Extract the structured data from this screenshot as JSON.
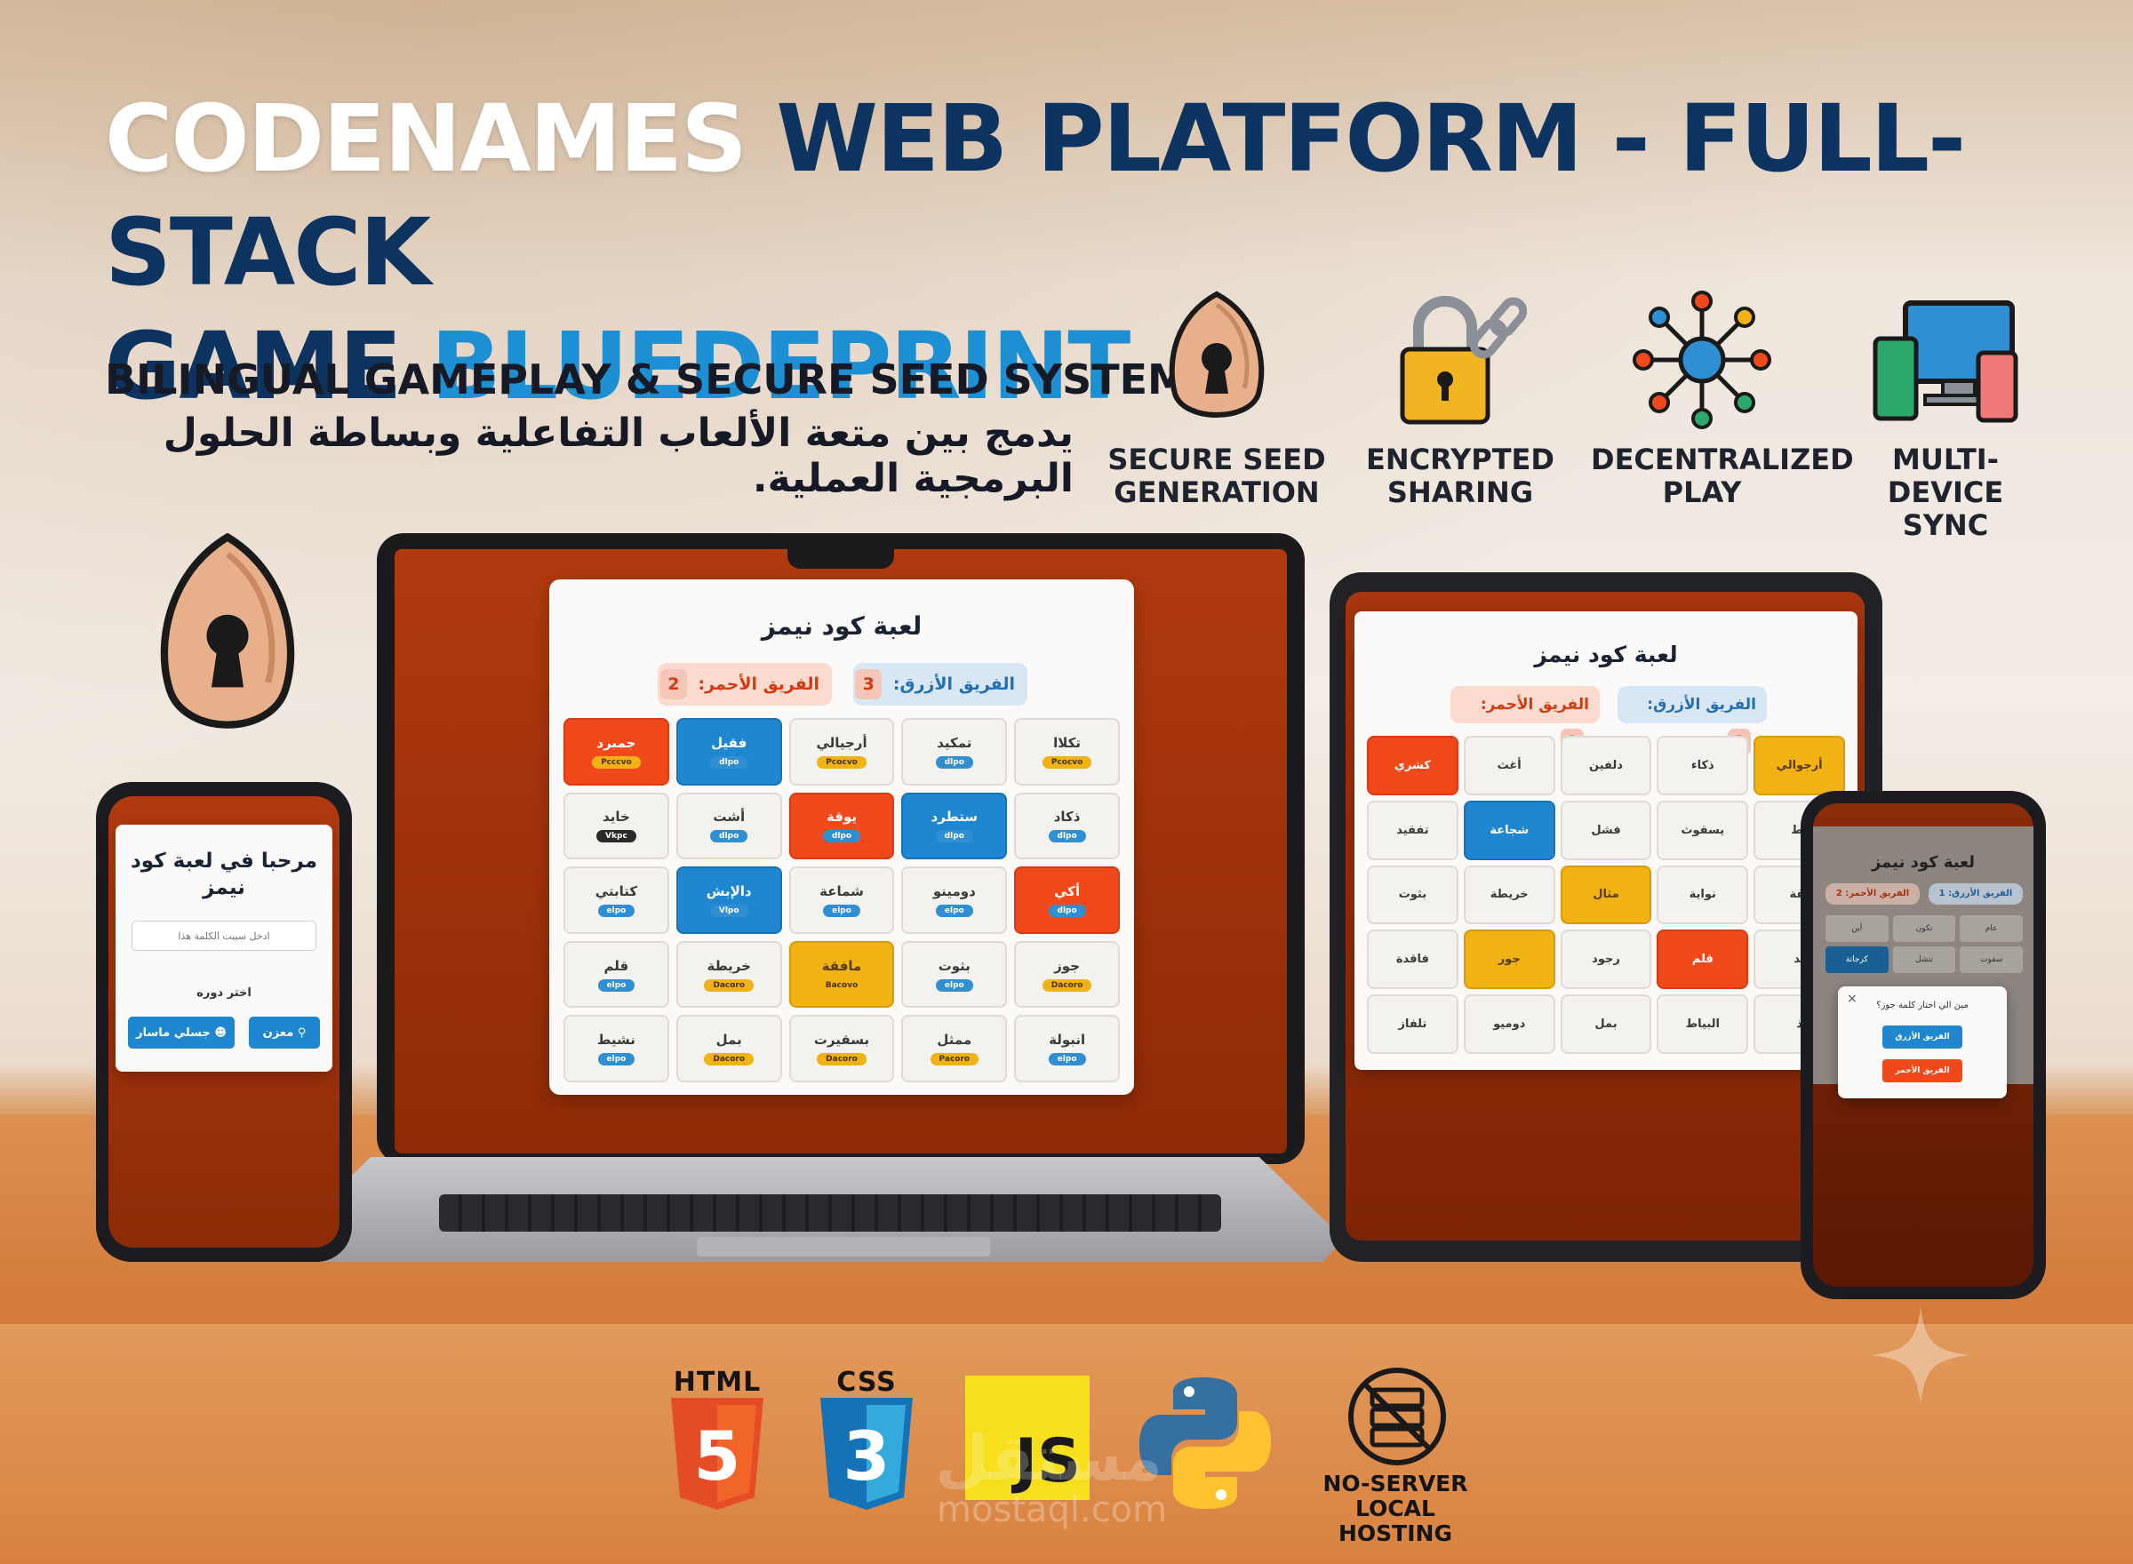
{
  "header": {
    "title_part1": "CODENAMES",
    "title_part2": "WEB PLATFORM - FULL-STACK",
    "title_part3": "GAME",
    "title_part4": "BLUEDEPRINT",
    "subtitle_en": "BILINGUAL GAMEPLAY & SECURE SEED SYSTEM -",
    "subtitle_ar": "يدمج بين متعة الألعاب التفاعلية وبساطة الحلول البرمجية العملية."
  },
  "features": [
    {
      "label": "SECURE SEED\nGENERATION",
      "icon": "seed-lock-icon"
    },
    {
      "label": "ENCRYPTED\nSHARING",
      "icon": "padlock-chain-icon"
    },
    {
      "label": "DECENTRALIZED\nPLAY",
      "icon": "network-icon"
    },
    {
      "label": "MULTI-DEVICE\nSYNC",
      "icon": "devices-icon"
    }
  ],
  "laptop_game": {
    "title": "لعبة كود نيمز",
    "blue_team": "الفريق الأزرق:",
    "blue_score": "3",
    "red_team": "الفريق الأحمر:",
    "red_score": "2",
    "cells": [
      {
        "word": "تكلاا",
        "color": "neutral",
        "pill": "Pcocvo",
        "pill_type": "y"
      },
      {
        "word": "تمكيد",
        "color": "neutral",
        "pill": "dlpo",
        "pill_type": "b"
      },
      {
        "word": "أرجيالي",
        "color": "neutral",
        "pill": "Pcocvo",
        "pill_type": "y"
      },
      {
        "word": "فقيل",
        "color": "blue",
        "pill": "dlpo",
        "pill_type": "b"
      },
      {
        "word": "جمبرد",
        "color": "red",
        "pill": "Pcccvo",
        "pill_type": "y"
      },
      {
        "word": "ذكاد",
        "color": "neutral",
        "pill": "dlpo",
        "pill_type": "b"
      },
      {
        "word": "ستطرد",
        "color": "blue",
        "pill": "dlpo",
        "pill_type": "b"
      },
      {
        "word": "يوقة",
        "color": "red",
        "pill": "dlpo",
        "pill_type": "b"
      },
      {
        "word": "أشت",
        "color": "neutral",
        "pill": "dlpo",
        "pill_type": "b"
      },
      {
        "word": "خايد",
        "color": "neutral",
        "pill": "Vkpc",
        "pill_type": "k"
      },
      {
        "word": "أكي",
        "color": "red",
        "pill": "dlpo",
        "pill_type": "b"
      },
      {
        "word": "دومينو",
        "color": "neutral",
        "pill": "elpo",
        "pill_type": "b"
      },
      {
        "word": "شماعة",
        "color": "neutral",
        "pill": "elpo",
        "pill_type": "b"
      },
      {
        "word": "دالإبش",
        "color": "blue",
        "pill": "Vlpo",
        "pill_type": "b"
      },
      {
        "word": "كتابتي",
        "color": "neutral",
        "pill": "elpo",
        "pill_type": "b"
      },
      {
        "word": "جوز",
        "color": "neutral",
        "pill": "Dacoro",
        "pill_type": "y"
      },
      {
        "word": "بثوت",
        "color": "neutral",
        "pill": "elpo",
        "pill_type": "b"
      },
      {
        "word": "مافقة",
        "color": "gold",
        "pill": "Bacovo",
        "pill_type": "y"
      },
      {
        "word": "خريطة",
        "color": "neutral",
        "pill": "Dacoro",
        "pill_type": "y"
      },
      {
        "word": "قلم",
        "color": "neutral",
        "pill": "elpo",
        "pill_type": "b"
      },
      {
        "word": "انبولة",
        "color": "neutral",
        "pill": "elpo",
        "pill_type": "b"
      },
      {
        "word": "ممثل",
        "color": "neutral",
        "pill": "Pacoro",
        "pill_type": "y"
      },
      {
        "word": "بسقيرت",
        "color": "neutral",
        "pill": "Dacoro",
        "pill_type": "y"
      },
      {
        "word": "بمل",
        "color": "neutral",
        "pill": "Dacoro",
        "pill_type": "y"
      },
      {
        "word": "نشيط",
        "color": "neutral",
        "pill": "elpo",
        "pill_type": "b"
      }
    ]
  },
  "tablet_game": {
    "title": "لعبة كود نيمز",
    "blue_team": "الفريق الأزرق:",
    "blue_score": "1",
    "red_team": "الفريق الأحمر:",
    "red_score": "2",
    "cells": [
      {
        "word": "أرجوالي",
        "color": "gold"
      },
      {
        "word": "ذكاء",
        "color": "neutral"
      },
      {
        "word": "دلفين",
        "color": "neutral"
      },
      {
        "word": "أغث",
        "color": "neutral"
      },
      {
        "word": "كشري",
        "color": "red"
      },
      {
        "word": "بط",
        "color": "neutral"
      },
      {
        "word": "يسقوث",
        "color": "neutral"
      },
      {
        "word": "فشل",
        "color": "neutral"
      },
      {
        "word": "شجاعة",
        "color": "blue"
      },
      {
        "word": "تفقيد",
        "color": "neutral"
      },
      {
        "word": "بقة",
        "color": "neutral"
      },
      {
        "word": "نواية",
        "color": "neutral"
      },
      {
        "word": "مثال",
        "color": "gold"
      },
      {
        "word": "خريطة",
        "color": "neutral"
      },
      {
        "word": "بثوت",
        "color": "neutral"
      },
      {
        "word": "يد",
        "color": "neutral"
      },
      {
        "word": "قلم",
        "color": "red"
      },
      {
        "word": "رجود",
        "color": "neutral"
      },
      {
        "word": "جور",
        "color": "gold"
      },
      {
        "word": "فاقدة",
        "color": "neutral"
      },
      {
        "word": "ذ",
        "color": "neutral"
      },
      {
        "word": "البياط",
        "color": "neutral"
      },
      {
        "word": "بمل",
        "color": "neutral"
      },
      {
        "word": "دوميو",
        "color": "neutral"
      },
      {
        "word": "تلفاز",
        "color": "neutral"
      }
    ]
  },
  "phone_left": {
    "welcome": "مرحبا في لعبة كود نيمز",
    "input_placeholder": "ادخل سيبت الكلمة هذا",
    "choose_role": "اختر دوره",
    "button_spymaster": "جسلي ماسار",
    "button_operative": "معزن"
  },
  "phone_right": {
    "title": "لعبة كود نيمز",
    "blue_team": "الفريق الأزرق:",
    "blue_score": "1",
    "red_team": "الفريق الأحمر:",
    "red_score": "2",
    "mini_cells": [
      "عام",
      "نكون",
      "أين",
      "سقوت",
      "نتشل",
      "كرجاتة"
    ],
    "modal_question": "مين الي اختار كلمة جوز؟",
    "modal_close": "×",
    "modal_blue_btn": "الفريق الأزرق",
    "modal_red_btn": "الفريق الأحمر"
  },
  "tech_stack": {
    "html": "HTML",
    "html_digit": "5",
    "css": "CSS",
    "css_digit": "3",
    "js": "JS",
    "no_server": "NO-SERVER\nLOCAL HOSTING"
  },
  "watermark": {
    "ar": "مستقل",
    "en": "mostaql.com"
  },
  "colors": {
    "navy": "#0d3360",
    "blue": "#1d8fd3",
    "card_red": "#f04a1c",
    "card_blue": "#1f86d0",
    "card_gold": "#f0b313",
    "screen_bg": "#b13a0f"
  }
}
